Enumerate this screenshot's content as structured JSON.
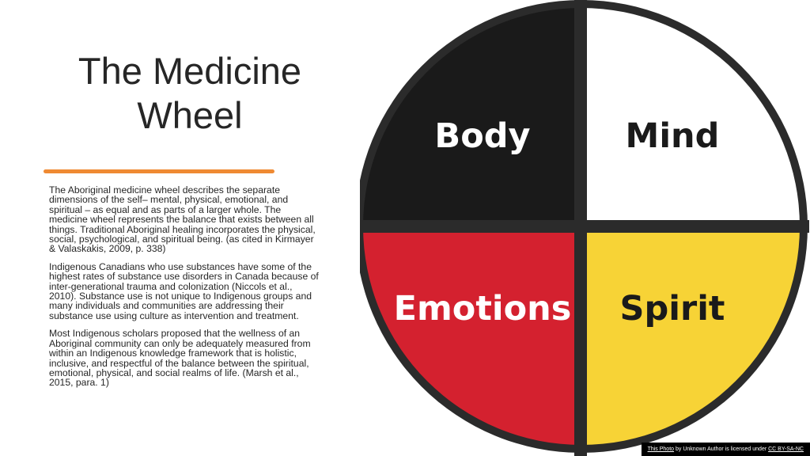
{
  "slide": {
    "title_line1": "The Medicine",
    "title_line2": "Wheel",
    "paragraphs": [
      "The Aboriginal medicine wheel describes the separate dimensions of the self– mental, physical, emotional, and spiritual – as equal and as parts of a larger whole. The medicine wheel represents the balance that exists between all things. Traditional Aboriginal healing incorporates the physical, social, psychological, and spiritual being.  (as cited in Kirmayer & Valaskakis, 2009, p. 338)",
      "Indigenous Canadians who use substances have some of the highest rates of substance use disorders in Canada because of inter-generational trauma and colonization (Niccols et al., 2010).  Substance use is not unique to Indigenous groups and many individuals and communities are addressing their substance use using culture as intervention and treatment.",
      "Most Indigenous scholars proposed that the wellness of an Aboriginal community can only be adequately measured from within an Indigenous knowledge framework that is holistic, inclusive, and respectful of the balance between the spiritual, emotional, physical, and social realms of life. (Marsh et al., 2015, para. 1)"
    ]
  },
  "wheel": {
    "quadrants": {
      "top_left": "Body",
      "top_right": "Mind",
      "bottom_left": "Emotions",
      "bottom_right": "Spirit"
    }
  },
  "credit": {
    "link_photo": "This Photo",
    "middle_text": " by Unknown Author is licensed under ",
    "link_license": "CC BY-SA-NC"
  },
  "colors": {
    "accent": "#ef8a33",
    "body_quadrant": "#1a1a1a",
    "mind_quadrant": "#ffffff",
    "emotions_quadrant": "#d4212f",
    "spirit_quadrant": "#f7d336",
    "rim": "#2b2b2b",
    "text": "#262626"
  }
}
